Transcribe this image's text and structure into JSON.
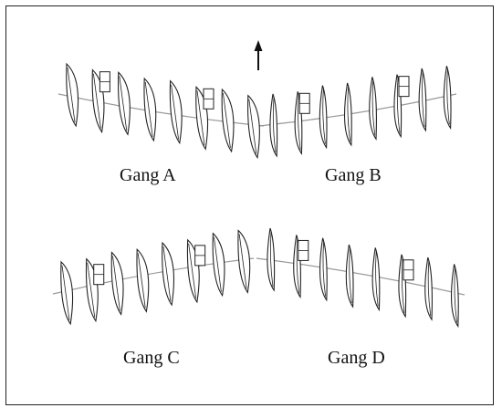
{
  "figure": {
    "gang_labels": {
      "gang_a": "Gang A",
      "gang_b": "Gang B",
      "gang_c": "Gang C",
      "gang_d": "Gang D"
    },
    "direction_arrow": "up-arrow-icon",
    "colors": {
      "line": "#222222",
      "curve": "#9a9a9a",
      "frame": "#222222"
    },
    "gangs": [
      {
        "id": "gang_a",
        "discs": 8
      },
      {
        "id": "gang_b",
        "discs": 8
      },
      {
        "id": "gang_c",
        "discs": 8
      },
      {
        "id": "gang_d",
        "discs": 8
      }
    ]
  }
}
